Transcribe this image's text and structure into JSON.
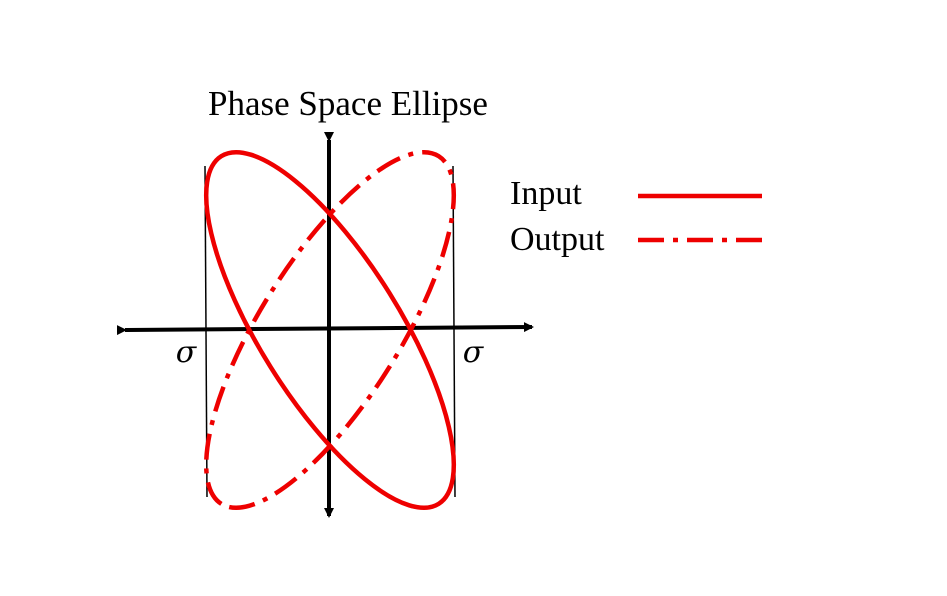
{
  "title": "Phase Space Ellipse",
  "axis_labels": {
    "left_sigma": "σ",
    "right_sigma": "σ"
  },
  "legend": {
    "input_label": "Input",
    "output_label": "Output"
  },
  "colors": {
    "curve": "#ee0000",
    "axes": "#000000",
    "background": "#ffffff"
  },
  "line_styles": {
    "input": "solid",
    "output": "dash-dot"
  }
}
